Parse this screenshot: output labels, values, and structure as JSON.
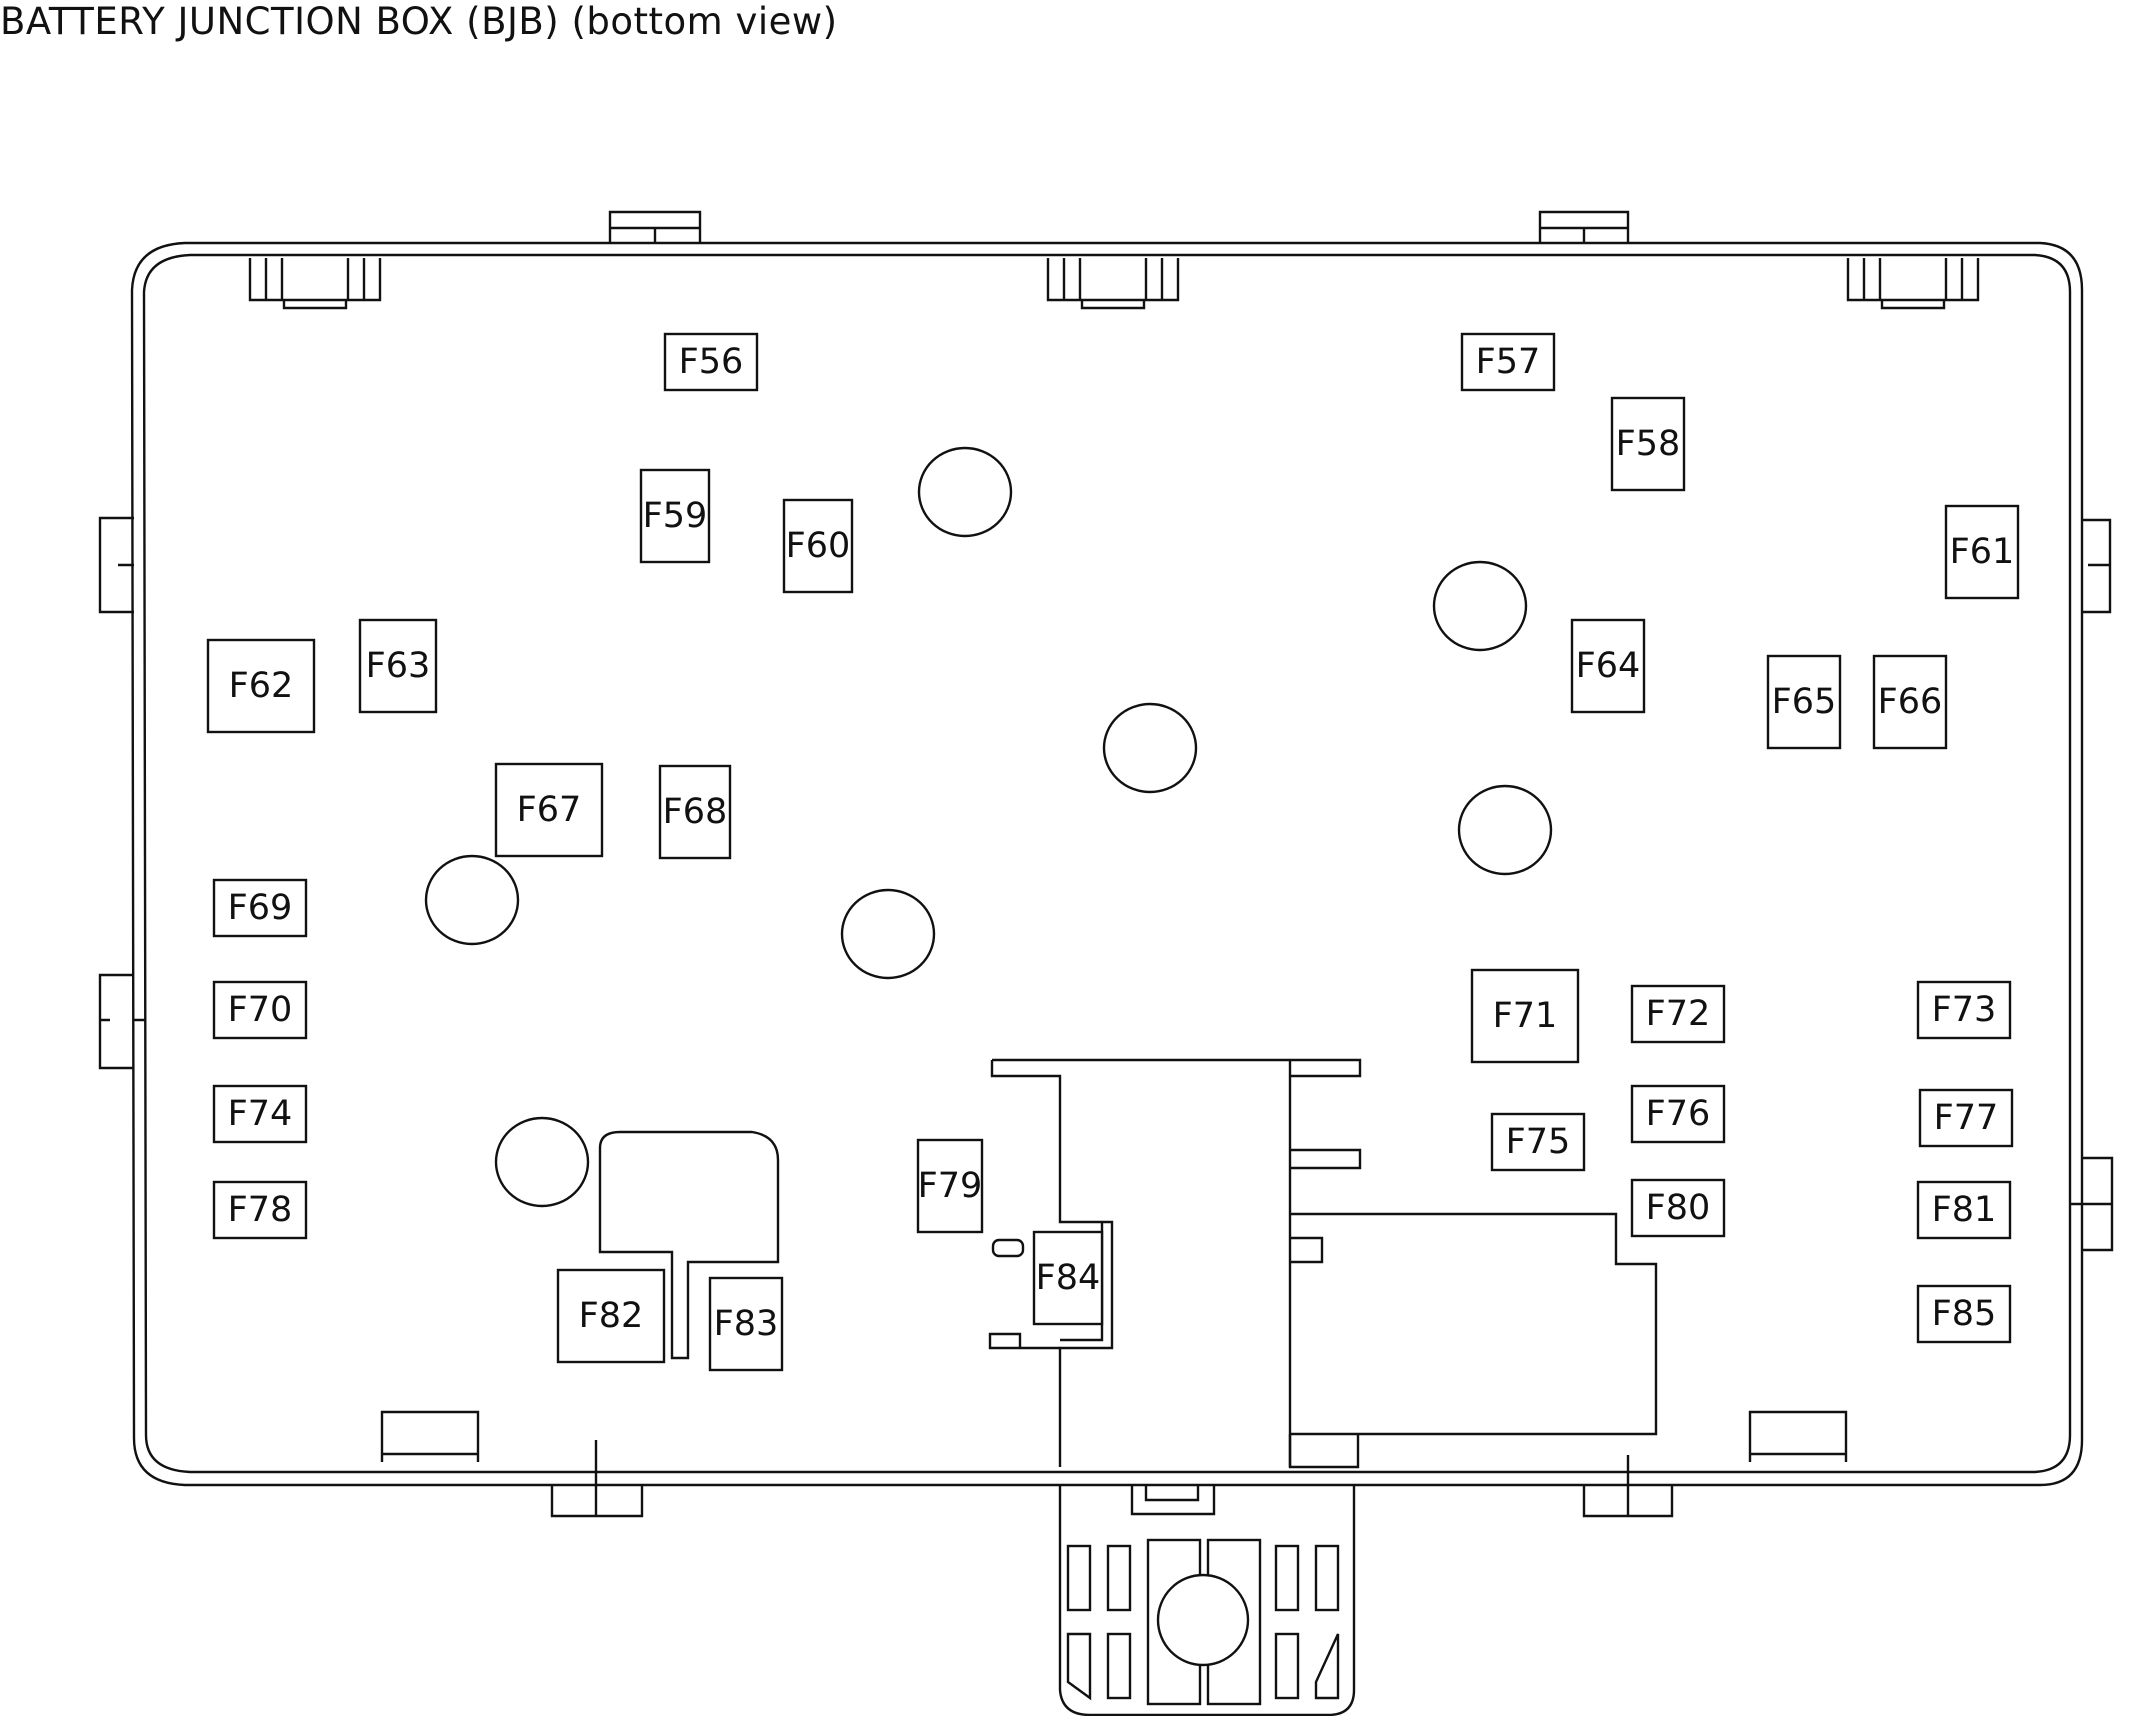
{
  "title": "BATTERY JUNCTION BOX (BJB) (bottom view)",
  "fuses": [
    {
      "id": "F56"
    },
    {
      "id": "F57"
    },
    {
      "id": "F58"
    },
    {
      "id": "F59"
    },
    {
      "id": "F60"
    },
    {
      "id": "F61"
    },
    {
      "id": "F62"
    },
    {
      "id": "F63"
    },
    {
      "id": "F64"
    },
    {
      "id": "F65"
    },
    {
      "id": "F66"
    },
    {
      "id": "F67"
    },
    {
      "id": "F68"
    },
    {
      "id": "F69"
    },
    {
      "id": "F70"
    },
    {
      "id": "F71"
    },
    {
      "id": "F72"
    },
    {
      "id": "F73"
    },
    {
      "id": "F74"
    },
    {
      "id": "F75"
    },
    {
      "id": "F76"
    },
    {
      "id": "F77"
    },
    {
      "id": "F78"
    },
    {
      "id": "F79"
    },
    {
      "id": "F80"
    },
    {
      "id": "F81"
    },
    {
      "id": "F82"
    },
    {
      "id": "F83"
    },
    {
      "id": "F84"
    },
    {
      "id": "F85"
    }
  ]
}
